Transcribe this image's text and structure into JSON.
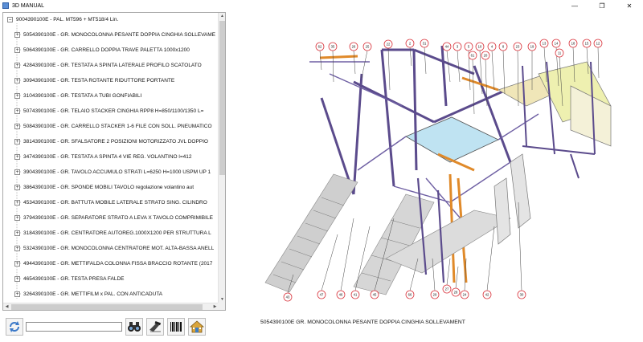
{
  "window": {
    "title": "3D MANUAL",
    "controls": {
      "minimize": "—",
      "maximize": "❐",
      "close": "✕"
    }
  },
  "tree": {
    "root": {
      "expander": "−",
      "label": "9004390100E - PAL. MT596 + MT518/4 Lin."
    },
    "items": [
      {
        "expander": "+",
        "label": "5054390100E - GR. MONOCOLONNA PESANTE DOPPIA CINGHIA SOLLEVAME"
      },
      {
        "expander": "+",
        "label": "5064390100E - GR. CARRELLO DOPPIA TRAVE PALETTA 1000x1200"
      },
      {
        "expander": "+",
        "label": "4284390100E - GR. TESTATA A SPINTA LATERALE PROFILO SCATOLATO"
      },
      {
        "expander": "+",
        "label": "3094390100E - GR. TESTA ROTANTE RIDUTTORE PORTANTE"
      },
      {
        "expander": "+",
        "label": "3104390100E - GR. TESTATA A TUBI GONFIABILI"
      },
      {
        "expander": "+",
        "label": "5074390100E - GR. TELAIO STACKER CINGHIA RPP8 H=850/1100/1350 L="
      },
      {
        "expander": "+",
        "label": "5084390100E - GR. CARRELLO STACKER 1-6 FILE CON SOLL. PNEUMATICO"
      },
      {
        "expander": "+",
        "label": "3814390100E - GR. SFALSATORE 2 POSIZIONI MOTORIZZATO JVL DOPPIO"
      },
      {
        "expander": "+",
        "label": "3474390100E - GR. TESTATA A SPINTA 4 VIE REG. VOLANTINO l=412"
      },
      {
        "expander": "+",
        "label": "3904390100E - GR. TAVOLO ACCUMULO STRATI L=6250 H=1000 USPM UP 1"
      },
      {
        "expander": "+",
        "label": "3864390100E - GR. SPONDE MOBILI TAVOLO regolazione volantino aut"
      },
      {
        "expander": "+",
        "label": "4534390100E - GR. BATTUTA MOBILE LATERALE STRATO SING. CILINDRO"
      },
      {
        "expander": "+",
        "label": "3794390100E - GR. SEPARATORE STRATO A LEVA X TAVOLO COMPRIMIBILE"
      },
      {
        "expander": "+",
        "label": "3184390100E - GR. CENTRATORE AUTOREG.1000X1200 PER STRUTTURA L"
      },
      {
        "expander": "+",
        "label": "5324390100E - GR. MONOCOLONNA CENTRATORE MOT. ALTA-BASSA ANELL"
      },
      {
        "expander": "+",
        "label": "4944390100E - GR. METTIFALDA COLONNA FISSA BRACCIO ROTANTE (2017"
      },
      {
        "expander": "+",
        "label": "4654390100E - GR. TESTA PRESA FALDE"
      },
      {
        "expander": "+",
        "label": "3264390100E - GR. METTIFILM x PAL. CON  ANTICADUTA"
      }
    ]
  },
  "search": {
    "value": "",
    "placeholder": ""
  },
  "toolbar": {
    "icons": [
      "refresh-icon",
      "binoculars-icon",
      "scanner-icon",
      "barcode-icon",
      "home-icon"
    ]
  },
  "drawing": {
    "caption": "5054390100E GR. MONOCOLONNA PESANTE DOPPIA CINGHIA SOLLEVAMENT",
    "balloons_top": [
      "62",
      "35",
      "26",
      "25",
      "22",
      "2",
      "31",
      "44",
      "3",
      "5",
      "10",
      "4",
      "8",
      "23",
      "19",
      "13",
      "14",
      "18",
      "15",
      "12",
      "11",
      "20",
      "61"
    ],
    "balloons_bottom": [
      "43",
      "47",
      "46",
      "41",
      "45",
      "66",
      "29",
      "27",
      "28",
      "24",
      "42",
      "30"
    ]
  },
  "colors": {
    "frame": "#5b4b8c",
    "conveyor": "#b8b8b8",
    "accent_orange": "#e08a2a",
    "panel_yellow": "#eef0b0",
    "table_blue": "#bfe3f2",
    "balloon": "#d9363e"
  }
}
